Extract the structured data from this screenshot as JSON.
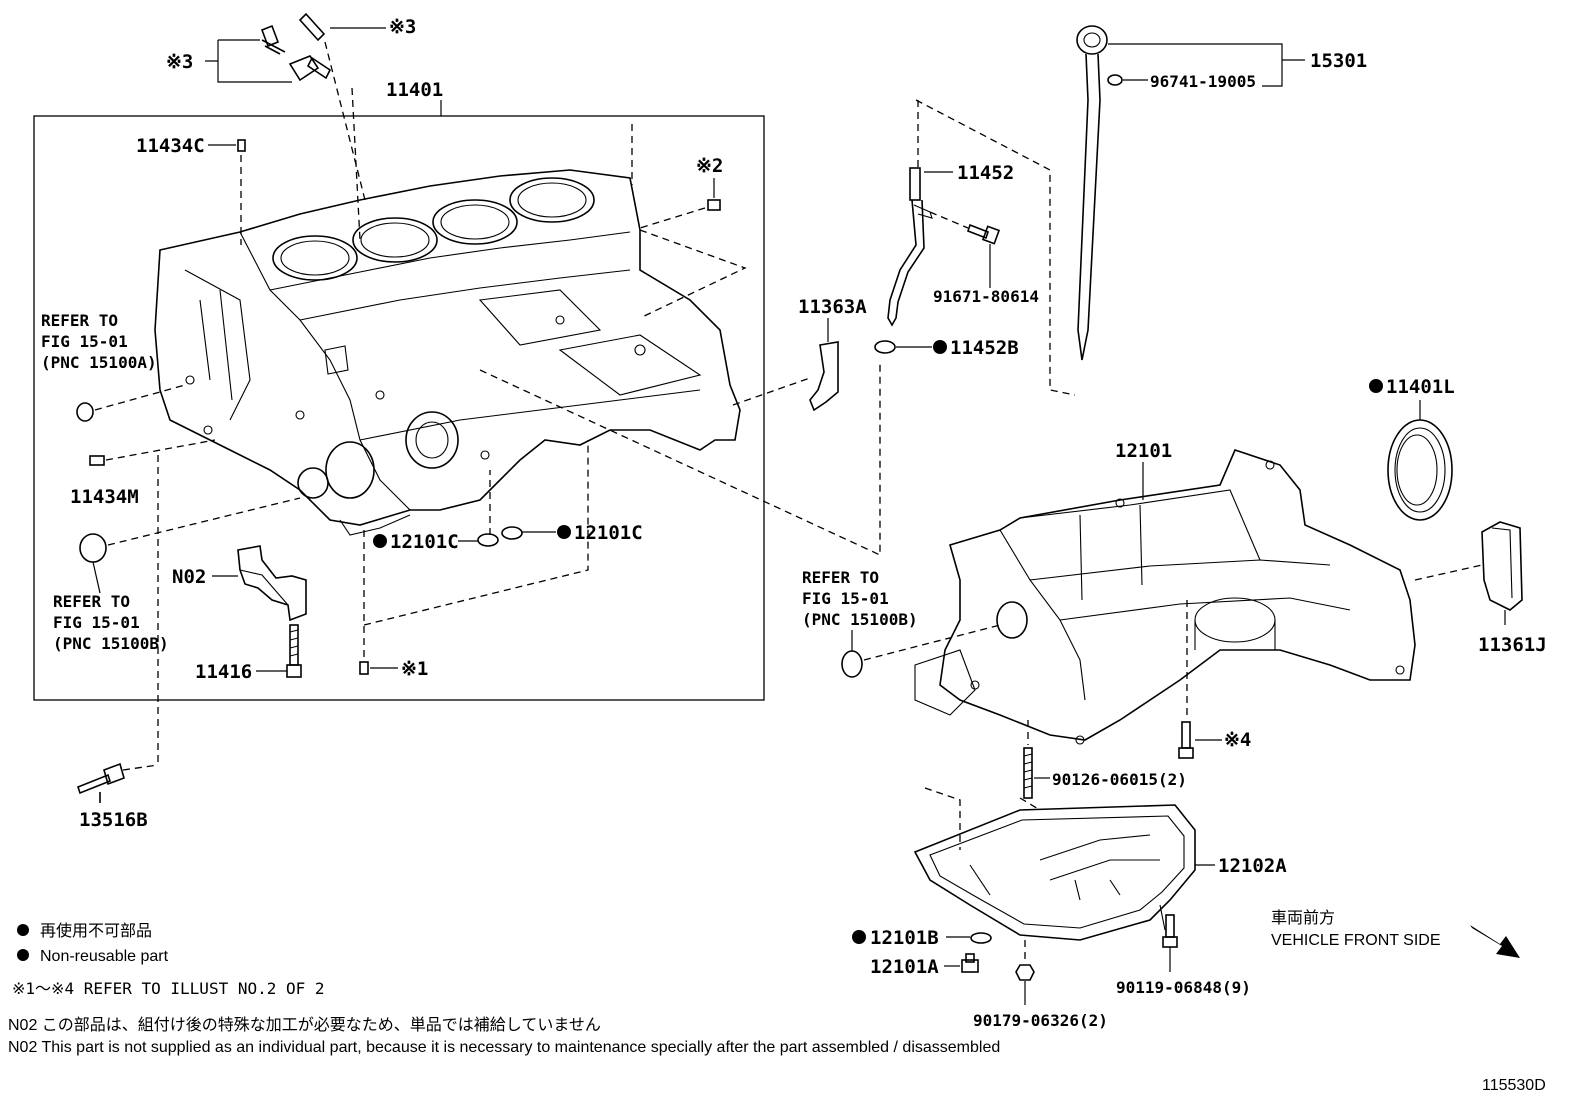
{
  "diagram_id": "115530D",
  "labels": {
    "block_assy": "11401",
    "plug_c": "11434C",
    "ref3_top": "※3",
    "ref3_left": "※3",
    "ref2": "※2",
    "ref1": "※1",
    "ref4": "※4",
    "pin_m": "11434M",
    "refer_a_1": "REFER TO",
    "refer_a_2": "FIG 15-01",
    "refer_a_3": "(PNC 15100A)",
    "refer_b_1": "REFER TO",
    "refer_b_2": "FIG 15-01",
    "refer_b_3": "(PNC 15100B)",
    "refer_c_1": "REFER TO",
    "refer_c_2": "FIG 15-01",
    "refer_c_3": "(PNC 15100B)",
    "bearing_cap": "N02",
    "cap_bolt": "11416",
    "oring_c1": "12101C",
    "oring_c2": "12101C",
    "drain_cock": "13516B",
    "dipstick_guide": "11452",
    "guide_bolt": "91671-80614",
    "baffle": "11363A",
    "guide_oring": "11452B",
    "dipstick": "15301",
    "dipstick_ring": "96741-19005",
    "rear_seal": "11401L",
    "oil_pan_upper": "12101",
    "cover": "11361J",
    "stud": "90126-06015(2)",
    "oil_pan_lower": "12102A",
    "gasket": "12101B",
    "drain_plug": "12101A",
    "pan_bolt": "90119-06848(9)",
    "pan_nut": "90179-06326(2)"
  },
  "front": {
    "jp": "車両前方",
    "en": "VEHICLE FRONT SIDE"
  },
  "notes": {
    "legend_jp": "再使用不可部品",
    "legend_en": "Non-reusable part",
    "ref_note": "※1～※4 REFER TO ILLUST NO.2 OF 2",
    "n02_jp": "N02  この部品は、組付け後の特殊な加工が必要なため、単品では補給していません",
    "n02_en": "N02  This part is not supplied as an individual part, because it is necessary to maintenance specially after the part assembled / disassembled"
  }
}
